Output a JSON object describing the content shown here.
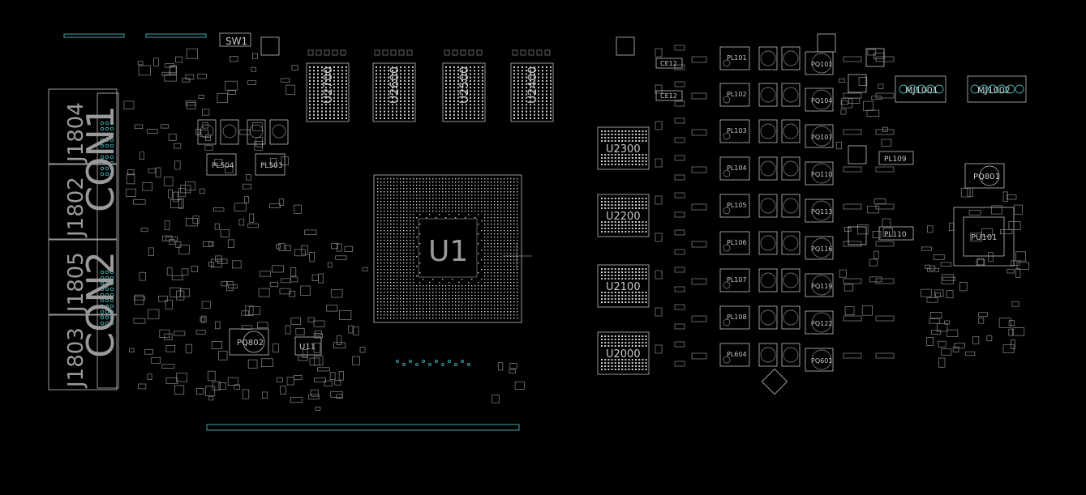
{
  "board": {
    "connectors": [
      "J1804",
      "J1802",
      "J1805",
      "J1803"
    ],
    "connector_groups": [
      "CON1",
      "CON2"
    ],
    "switch": "SW1",
    "gpu": "U1",
    "memory": [
      "U2700",
      "U2600",
      "U2500",
      "U2400",
      "U2300",
      "U2200",
      "U2100",
      "U2000"
    ],
    "inductors": [
      "PL101",
      "PL102",
      "PL103",
      "PL104",
      "PL105",
      "PL106",
      "PL107",
      "PL108",
      "PL604"
    ],
    "mosfets": [
      "PQ101",
      "PQ104",
      "PQ107",
      "PQ110",
      "PQ113",
      "PQ116",
      "PQ119",
      "PQ122",
      "PQ601"
    ],
    "left_inductors": [
      "PL504",
      "PL503"
    ],
    "capacitors": [
      "CE12",
      "CE12"
    ],
    "controllers": {
      "pu101": "PU101",
      "pq801": "PQ801",
      "pq802": "PQ802",
      "u11": "U11"
    },
    "right_inductors": [
      "PL109",
      "PL110"
    ],
    "headers": [
      "MJ1001",
      "MJ1002"
    ]
  }
}
